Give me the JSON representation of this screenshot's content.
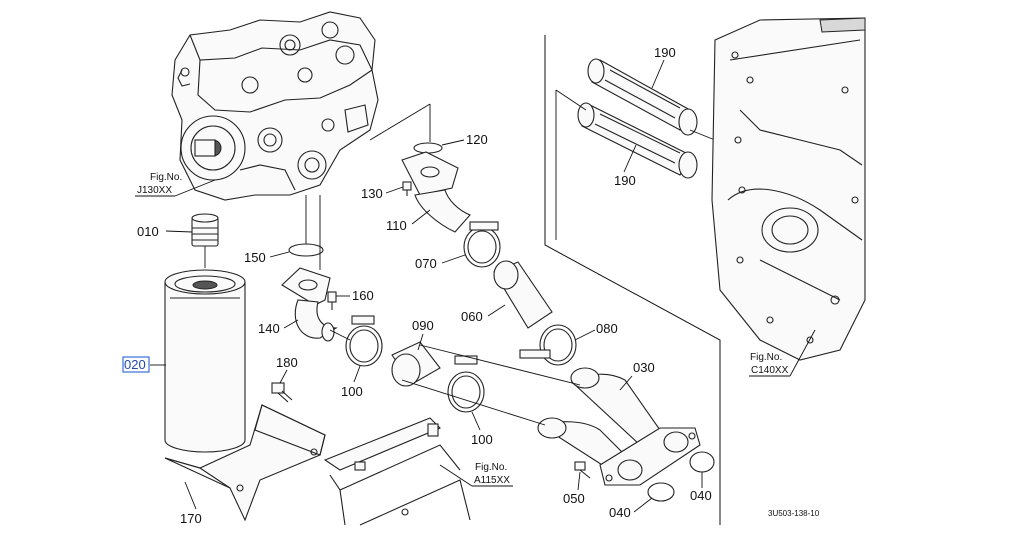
{
  "diagram": {
    "parts": [
      {
        "id": "p010",
        "label": "010"
      },
      {
        "id": "p020",
        "label": "020"
      },
      {
        "id": "p030",
        "label": "030"
      },
      {
        "id": "p040a",
        "label": "040"
      },
      {
        "id": "p040b",
        "label": "040"
      },
      {
        "id": "p050",
        "label": "050"
      },
      {
        "id": "p060",
        "label": "060"
      },
      {
        "id": "p070",
        "label": "070"
      },
      {
        "id": "p080",
        "label": "080"
      },
      {
        "id": "p090",
        "label": "090"
      },
      {
        "id": "p100a",
        "label": "100"
      },
      {
        "id": "p100b",
        "label": "100"
      },
      {
        "id": "p110",
        "label": "110"
      },
      {
        "id": "p120",
        "label": "120"
      },
      {
        "id": "p130",
        "label": "130"
      },
      {
        "id": "p140",
        "label": "140"
      },
      {
        "id": "p150",
        "label": "150"
      },
      {
        "id": "p160",
        "label": "160"
      },
      {
        "id": "p170",
        "label": "170"
      },
      {
        "id": "p180",
        "label": "180"
      },
      {
        "id": "p190a",
        "label": "190"
      },
      {
        "id": "p190b",
        "label": "190"
      }
    ],
    "figure_refs": [
      {
        "id": "j130",
        "line1": "Fig.No.",
        "line2": "J130XX"
      },
      {
        "id": "c140",
        "line1": "Fig.No.",
        "line2": "C140XX"
      },
      {
        "id": "a115",
        "line1": "Fig.No.",
        "line2": "A115XX"
      }
    ],
    "drawing_code": "3U503-138-10",
    "selected_part": "020"
  }
}
